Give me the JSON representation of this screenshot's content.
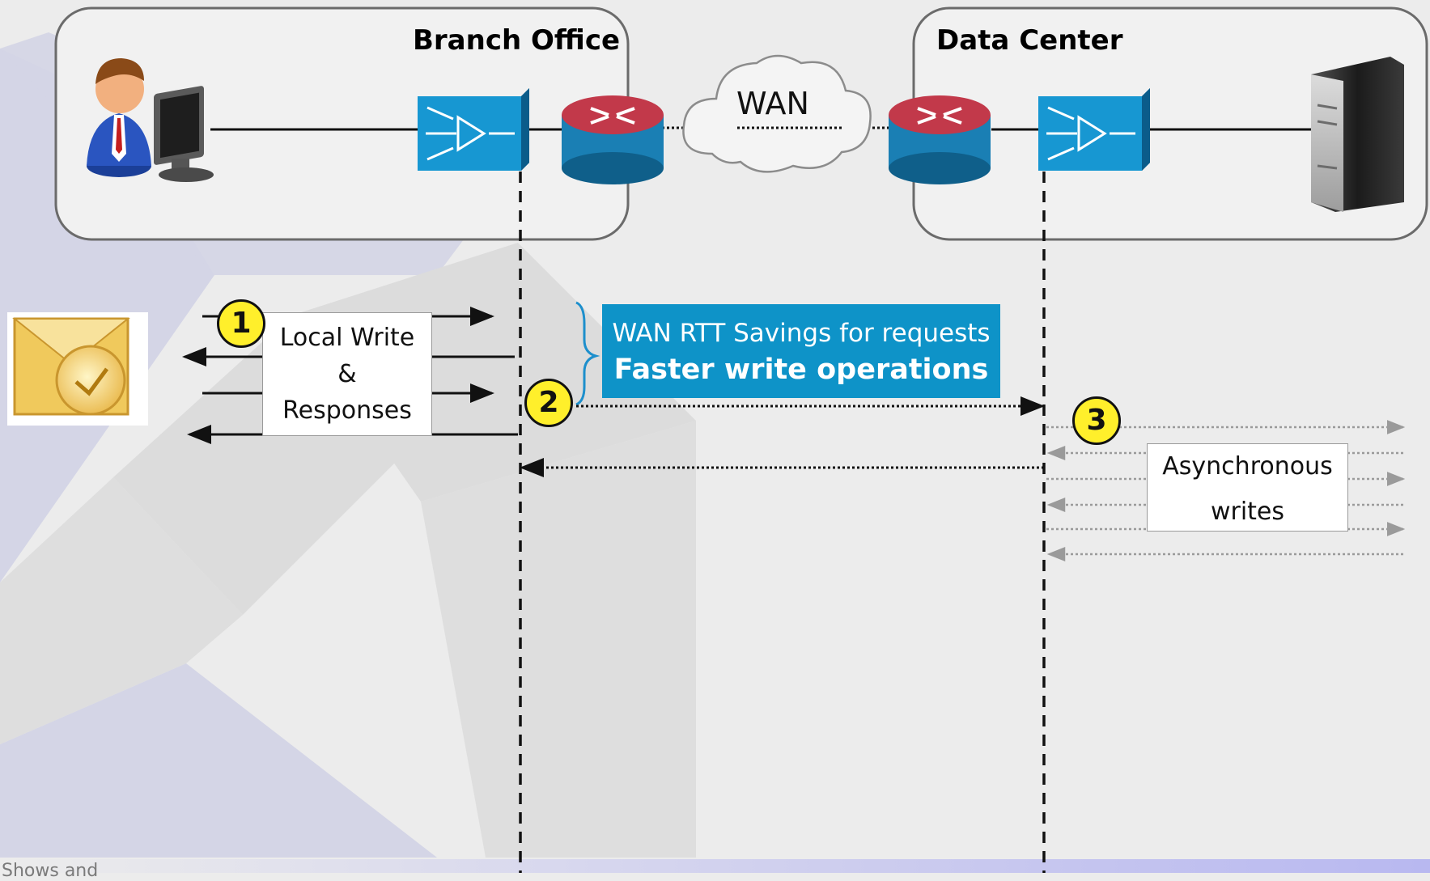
{
  "branch": {
    "title": "Branch Office"
  },
  "datacenter": {
    "title": "Data Center"
  },
  "wan": {
    "label": "WAN"
  },
  "local_box": {
    "line1": "Local Write",
    "line2": "&",
    "line3": "Responses"
  },
  "savings_box": {
    "line1": "WAN RTT Savings for requests",
    "line2": "Faster  write operations"
  },
  "async_box": {
    "line1": "Asynchronous",
    "line2": "writes"
  },
  "steps": [
    "1",
    "2",
    "3"
  ],
  "footer": {
    "text": "Shows and"
  },
  "colors": {
    "background": "#ececec",
    "watermark": "#cfd0e2",
    "accent_blue": "#0e93c8",
    "badge_yellow": "#ffef2b",
    "router_red": "#c2394a",
    "router_blue": "#1a7fb4",
    "footer_gradient_end": "#b8b8f0"
  },
  "icons": [
    "user-at-computer-icon",
    "wan-optimizer-icon",
    "router-icon",
    "wan-cloud-icon",
    "server-icon",
    "outlook-app-icon"
  ]
}
